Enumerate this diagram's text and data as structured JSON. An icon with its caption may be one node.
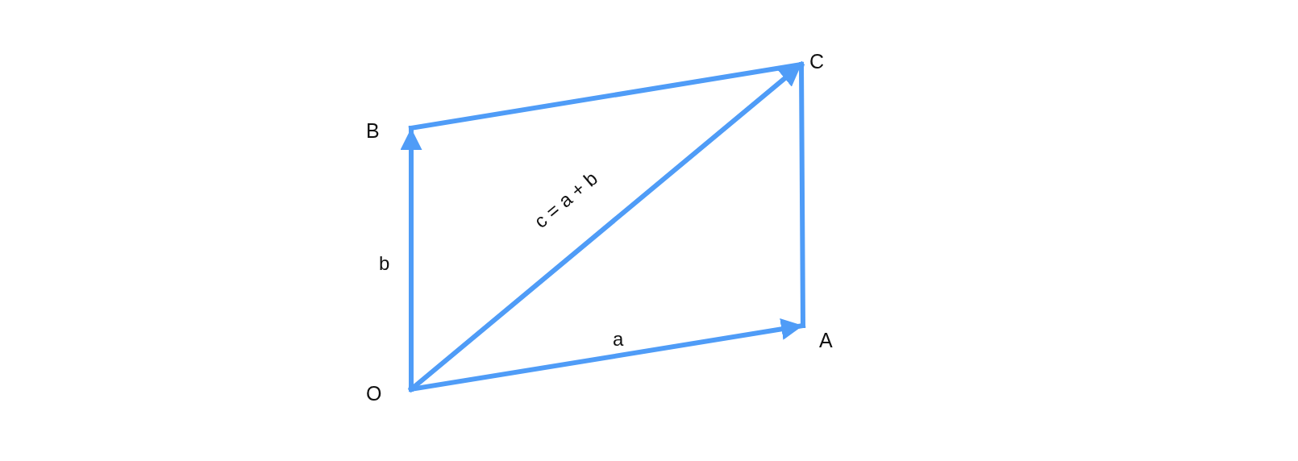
{
  "diagram": {
    "nodes": [
      {
        "text": [
          "O"
        ]
      },
      {
        "text": [
          "A"
        ]
      },
      {
        "text": [
          "B"
        ]
      },
      {
        "text": [
          "C"
        ]
      }
    ],
    "edges": [
      {
        "from": 0,
        "to": 1,
        "arrow": "to",
        "label": "a"
      },
      {
        "from": 0,
        "to": 2,
        "arrow": "to",
        "label": "b"
      },
      {
        "from": 0,
        "to": 3,
        "arrow": "to",
        "label": "c = a + b"
      },
      {
        "from": 2,
        "to": 3,
        "arrow": "none"
      },
      {
        "from": 1,
        "to": 3,
        "arrow": "none"
      }
    ]
  }
}
